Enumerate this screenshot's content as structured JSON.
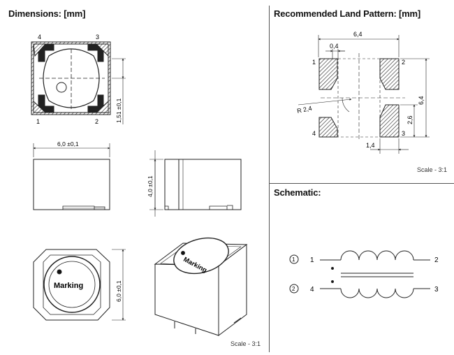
{
  "headers": {
    "dimensions": "Dimensions: [mm]",
    "land_pattern": "Recommended Land Pattern: [mm]",
    "schematic": "Schematic:"
  },
  "dimensions": {
    "pin_labels": {
      "p4": "4",
      "p3": "3",
      "p1": "1",
      "p2": "2"
    },
    "height_small": "1,51 ±0,1",
    "width": "6,0 ±0,1",
    "height": "4,0 ±0,1",
    "depth": "6,0 ±0,1",
    "marking_front": "Marking",
    "marking_iso": "Marking",
    "scale": "Scale - 3:1"
  },
  "land_pattern": {
    "overall_width": "6,4",
    "gap": "0,4",
    "overall_height": "6,4",
    "radius": "R 2,4",
    "pad_height": "2,6",
    "pad_width": "1,4",
    "pins": {
      "p1": "1",
      "p2": "2",
      "p3": "3",
      "p4": "4"
    },
    "scale": "Scale - 3:1"
  },
  "schematic": {
    "circle_1": "1",
    "circle_2": "2",
    "pin_1": "1",
    "pin_2": "2",
    "pin_4": "4",
    "pin_3": "3"
  }
}
